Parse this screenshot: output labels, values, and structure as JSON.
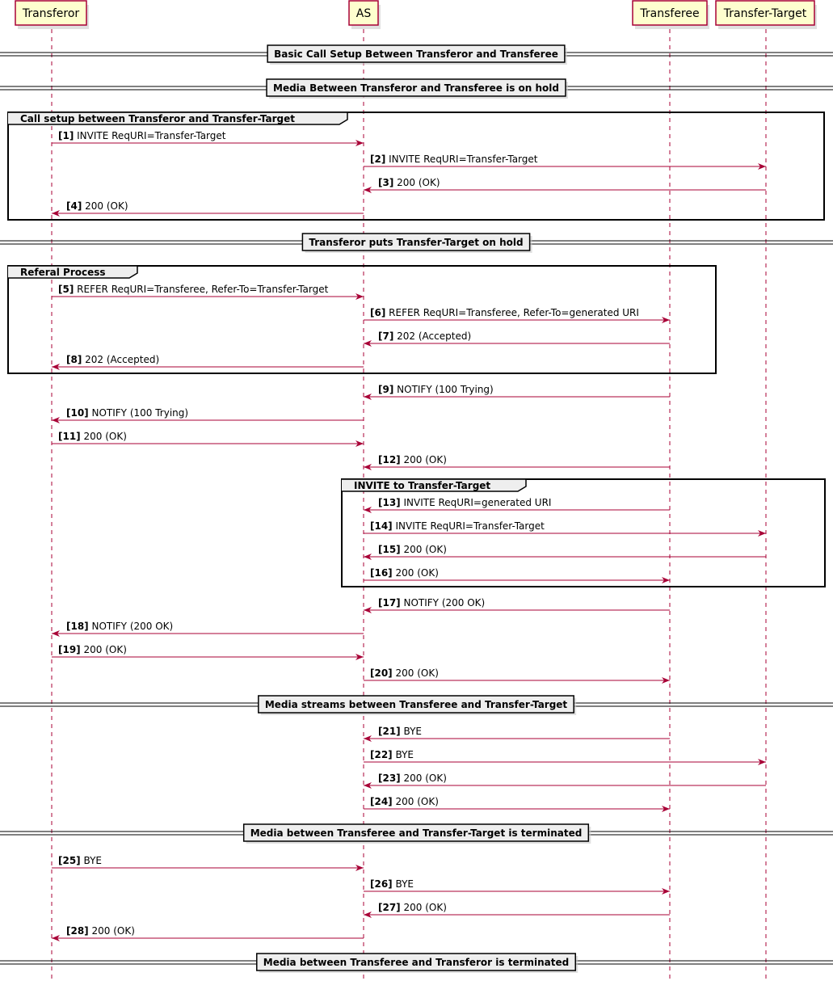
{
  "participants": [
    {
      "id": "transferor",
      "label": "Transferor"
    },
    {
      "id": "as",
      "label": "AS"
    },
    {
      "id": "transferee",
      "label": "Transferee"
    },
    {
      "id": "target",
      "label": "Transfer-Target"
    }
  ],
  "dividers": [
    {
      "label": "Basic Call Setup Between Transferor and Transferee"
    },
    {
      "label": "Media Between Transferor and Transferee is on hold"
    },
    {
      "label": "Transferor puts Transfer-Target on hold"
    },
    {
      "label": "Media streams between Transferee and Transfer-Target"
    },
    {
      "label": "Media between Transferee and Transfer-Target is terminated"
    },
    {
      "label": "Media between Transferee and Transferor is terminated"
    }
  ],
  "groups": [
    {
      "label": "Call setup between Transferor and Transfer-Target"
    },
    {
      "label": "Referal Process"
    },
    {
      "label": "INVITE to Transfer-Target"
    }
  ],
  "messages": [
    {
      "num": "[1]",
      "text": "INVITE ReqURI=Transfer-Target",
      "from": "transferor",
      "to": "as"
    },
    {
      "num": "[2]",
      "text": "INVITE ReqURI=Transfer-Target",
      "from": "as",
      "to": "target"
    },
    {
      "num": "[3]",
      "text": "200 (OK)",
      "from": "target",
      "to": "as"
    },
    {
      "num": "[4]",
      "text": "200 (OK)",
      "from": "as",
      "to": "transferor"
    },
    {
      "num": "[5]",
      "text": "REFER ReqURI=Transferee, Refer-To=Transfer-Target",
      "from": "transferor",
      "to": "as"
    },
    {
      "num": "[6]",
      "text": "REFER ReqURI=Transferee, Refer-To=generated URI",
      "from": "as",
      "to": "transferee"
    },
    {
      "num": "[7]",
      "text": "202 (Accepted)",
      "from": "transferee",
      "to": "as"
    },
    {
      "num": "[8]",
      "text": "202 (Accepted)",
      "from": "as",
      "to": "transferor"
    },
    {
      "num": "[9]",
      "text": "NOTIFY (100 Trying)",
      "from": "transferee",
      "to": "as"
    },
    {
      "num": "[10]",
      "text": "NOTIFY (100 Trying)",
      "from": "as",
      "to": "transferor"
    },
    {
      "num": "[11]",
      "text": "200 (OK)",
      "from": "transferor",
      "to": "as"
    },
    {
      "num": "[12]",
      "text": "200 (OK)",
      "from": "transferee",
      "to": "as"
    },
    {
      "num": "[13]",
      "text": "INVITE ReqURI=generated URI",
      "from": "transferee",
      "to": "as"
    },
    {
      "num": "[14]",
      "text": "INVITE ReqURI=Transfer-Target",
      "from": "as",
      "to": "target"
    },
    {
      "num": "[15]",
      "text": "200 (OK)",
      "from": "target",
      "to": "as"
    },
    {
      "num": "[16]",
      "text": "200 (OK)",
      "from": "as",
      "to": "transferee"
    },
    {
      "num": "[17]",
      "text": "NOTIFY (200 OK)",
      "from": "transferee",
      "to": "as"
    },
    {
      "num": "[18]",
      "text": "NOTIFY (200 OK)",
      "from": "as",
      "to": "transferor"
    },
    {
      "num": "[19]",
      "text": "200 (OK)",
      "from": "transferor",
      "to": "as"
    },
    {
      "num": "[20]",
      "text": "200 (OK)",
      "from": "as",
      "to": "transferee"
    },
    {
      "num": "[21]",
      "text": "BYE",
      "from": "transferee",
      "to": "as"
    },
    {
      "num": "[22]",
      "text": "BYE",
      "from": "as",
      "to": "target"
    },
    {
      "num": "[23]",
      "text": "200 (OK)",
      "from": "target",
      "to": "as"
    },
    {
      "num": "[24]",
      "text": "200 (OK)",
      "from": "as",
      "to": "transferee"
    },
    {
      "num": "[25]",
      "text": "BYE",
      "from": "transferor",
      "to": "as"
    },
    {
      "num": "[26]",
      "text": "BYE",
      "from": "as",
      "to": "transferee"
    },
    {
      "num": "[27]",
      "text": "200 (OK)",
      "from": "transferee",
      "to": "as"
    },
    {
      "num": "[28]",
      "text": "200 (OK)",
      "from": "as",
      "to": "transferor"
    }
  ],
  "colors": {
    "participant_fill": "#FEFECE",
    "participant_border": "#A80036",
    "lifeline": "#A80036",
    "arrow": "#A80036",
    "divider_fill": "#EEEEEE",
    "group_border": "#000000"
  }
}
